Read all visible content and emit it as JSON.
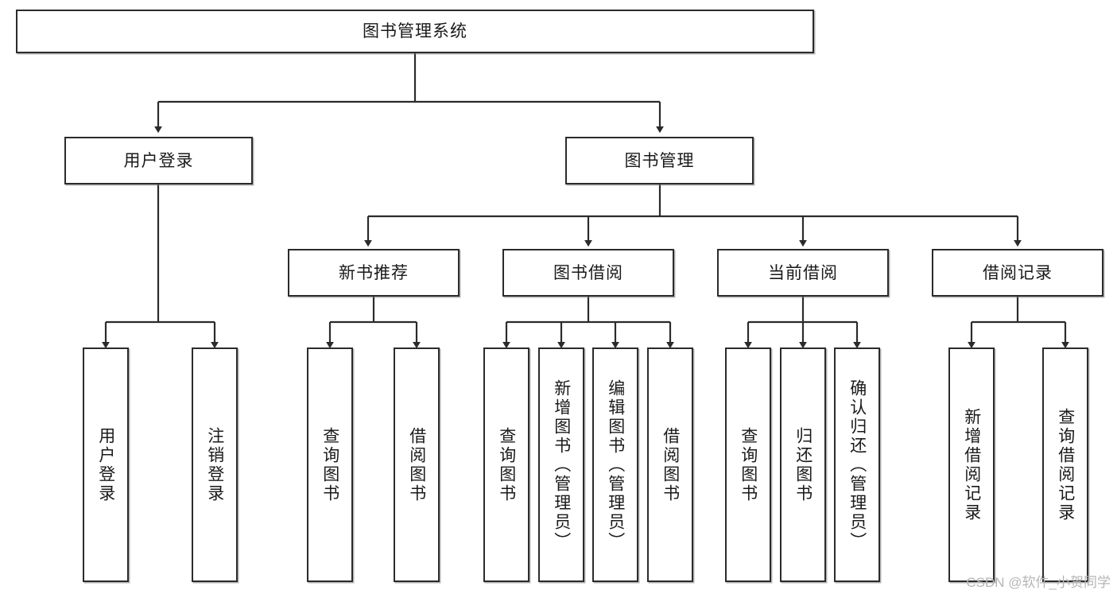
{
  "diagram": {
    "title": "图书管理系统",
    "type": "tree-hierarchy-flowchart",
    "watermark": "CSDN @软件_小贺同学",
    "colors": {
      "border": "#2b2b2b",
      "background": "#ffffff",
      "text": "#1a1a1a",
      "watermark": "#b6b6b6"
    },
    "nodes": {
      "root": {
        "label": "图书管理系统"
      },
      "level2": [
        {
          "id": "user-login",
          "label": "用户登录"
        },
        {
          "id": "book-manage",
          "label": "图书管理"
        }
      ],
      "level3": [
        {
          "id": "new-book-recommend",
          "label": "新书推荐"
        },
        {
          "id": "book-borrow",
          "label": "图书借阅"
        },
        {
          "id": "current-borrow",
          "label": "当前借阅"
        },
        {
          "id": "borrow-record",
          "label": "借阅记录"
        }
      ],
      "leaves": {
        "user-login": [
          {
            "id": "leaf-user-login",
            "label": "用户登录"
          },
          {
            "id": "leaf-logout",
            "label": "注销登录"
          }
        ],
        "new-book-recommend": [
          {
            "id": "leaf-query-book-1",
            "label": "查询图书"
          },
          {
            "id": "leaf-borrow-book-1",
            "label": "借阅图书"
          }
        ],
        "book-borrow": [
          {
            "id": "leaf-query-book-2",
            "label": "查询图书"
          },
          {
            "id": "leaf-add-book",
            "label": "新增图书（管理员）"
          },
          {
            "id": "leaf-edit-book",
            "label": "编辑图书（管理员）"
          },
          {
            "id": "leaf-borrow-book-2",
            "label": "借阅图书"
          }
        ],
        "current-borrow": [
          {
            "id": "leaf-query-book-3",
            "label": "查询图书"
          },
          {
            "id": "leaf-return-book",
            "label": "归还图书"
          },
          {
            "id": "leaf-confirm-return",
            "label": "确认归还（管理员）"
          }
        ],
        "borrow-record": [
          {
            "id": "leaf-add-record",
            "label": "新增借阅记录"
          },
          {
            "id": "leaf-query-record",
            "label": "查询借阅记录"
          }
        ]
      }
    }
  }
}
